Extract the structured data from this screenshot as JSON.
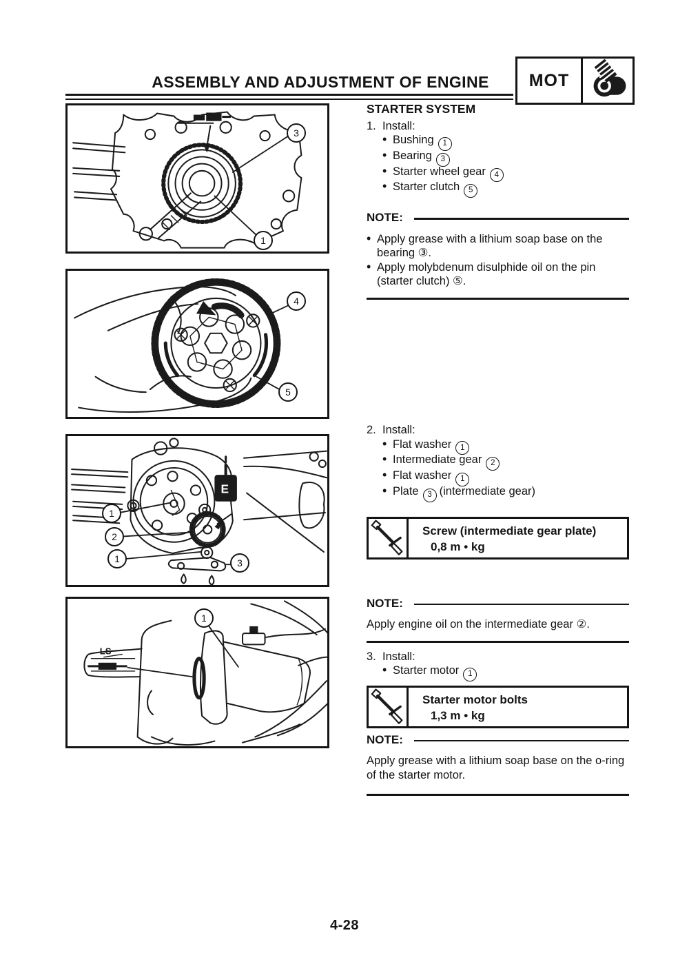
{
  "header": {
    "title": "ASSEMBLY AND ADJUSTMENT OF ENGINE",
    "badge_label": "MOT",
    "badge_icon": "engine-icon"
  },
  "section_title": "STARTER SYSTEM",
  "steps": [
    {
      "number": "1.",
      "action": "Install:",
      "items": [
        {
          "text": "Bushing",
          "ref": "1"
        },
        {
          "text": "Bearing",
          "ref": "3"
        },
        {
          "text": "Starter wheel gear",
          "ref": "4"
        },
        {
          "text": "Starter clutch",
          "ref": "5"
        }
      ]
    },
    {
      "number": "2.",
      "action": "Install:",
      "items": [
        {
          "text": "Flat washer",
          "ref": "1"
        },
        {
          "text": "Intermediate gear",
          "ref": "2"
        },
        {
          "text": "Flat washer",
          "ref": "1"
        },
        {
          "text": "Plate",
          "ref": "3",
          "suffix": "(intermediate gear)"
        }
      ]
    },
    {
      "number": "3.",
      "action": "Install:",
      "items": [
        {
          "text": "Starter motor",
          "ref": "1"
        }
      ]
    }
  ],
  "notes": [
    {
      "label": "NOTE:",
      "bullets": [
        "Apply grease with a lithium soap base on the bearing ③.",
        "Apply molybdenum disulphide oil on the pin (starter clutch) ⑤."
      ]
    },
    {
      "label": "NOTE:",
      "text": "Apply engine oil on the intermediate gear ②."
    },
    {
      "label": "NOTE:",
      "text": "Apply grease with a lithium soap base on the o-ring of the starter motor."
    }
  ],
  "torque_specs": [
    {
      "name": "Screw (intermediate gear plate)",
      "value": "0,8 m • kg"
    },
    {
      "name": "Starter motor bolts",
      "value": "1,3 m • kg"
    }
  ],
  "figures": [
    {
      "callouts": [
        {
          "label": "3"
        },
        {
          "label": "1"
        }
      ]
    },
    {
      "callouts": [
        {
          "label": "4"
        },
        {
          "label": "5"
        }
      ]
    },
    {
      "callouts": [
        {
          "label": "1"
        },
        {
          "label": "2"
        },
        {
          "label": "1"
        },
        {
          "label": "3"
        }
      ],
      "oil_mark": "E"
    },
    {
      "callouts": [
        {
          "label": "1"
        }
      ],
      "grease_mark": "LS"
    }
  ],
  "footer": {
    "page_number": "4-28"
  }
}
